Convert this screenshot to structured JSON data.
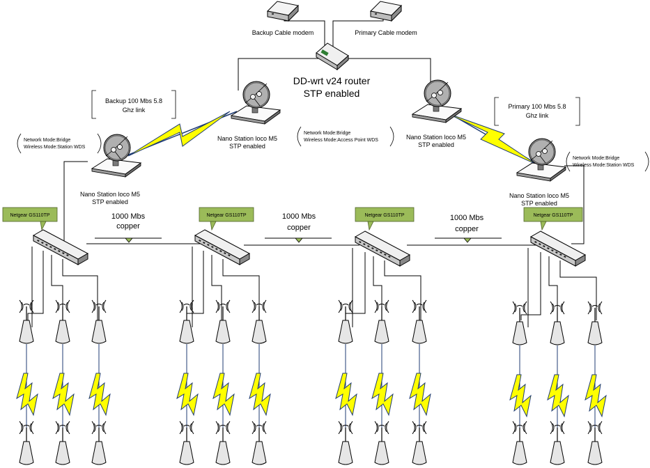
{
  "modems": {
    "backup_label": "Backup Cable modem",
    "primary_label": "Primary Cable modem"
  },
  "router": {
    "line1": "DD-wrt v24 router",
    "line2": "STP enabled"
  },
  "nano_stations": [
    {
      "line1": "Nano Station loco M5",
      "line2": "STP enabled"
    },
    {
      "line1": "Nano Station loco M5",
      "line2": "STP enabled"
    },
    {
      "line1": "Nano Station loco M5",
      "line2": "STP enabled"
    },
    {
      "line1": "Nano Station loco M5",
      "line2": "STP enabled"
    }
  ],
  "modes": {
    "left": {
      "line1": "Network Mode:Bridge",
      "line2": "Wireless Mode:Station WDS"
    },
    "center": {
      "line1": "Network Mode:Bridge",
      "line2": "Wireless Mode:Access Point WDS"
    },
    "right": {
      "line1": "Network Mode:Bridge",
      "line2": "Wireless Mode:Station WDS"
    }
  },
  "links": {
    "backup": {
      "line1": "Backup 100 Mbs 5.8",
      "line2": "Ghz link"
    },
    "primary": {
      "line1": "Primary 100 Mbs 5.8",
      "line2": "Ghz link"
    }
  },
  "switch_label": "Netgear GS110TP",
  "copper_links": [
    {
      "line1": "1000 Mbs",
      "line2": "copper"
    },
    {
      "line1": "1000 Mbs",
      "line2": "copper"
    },
    {
      "line1": "1000 Mbs",
      "line2": "copper"
    }
  ],
  "colors": {
    "switch_tag": "#9bbb59",
    "bolt": "#ffff00",
    "bolt_stroke": "#1f3b73",
    "device": "#e0e0e0"
  }
}
